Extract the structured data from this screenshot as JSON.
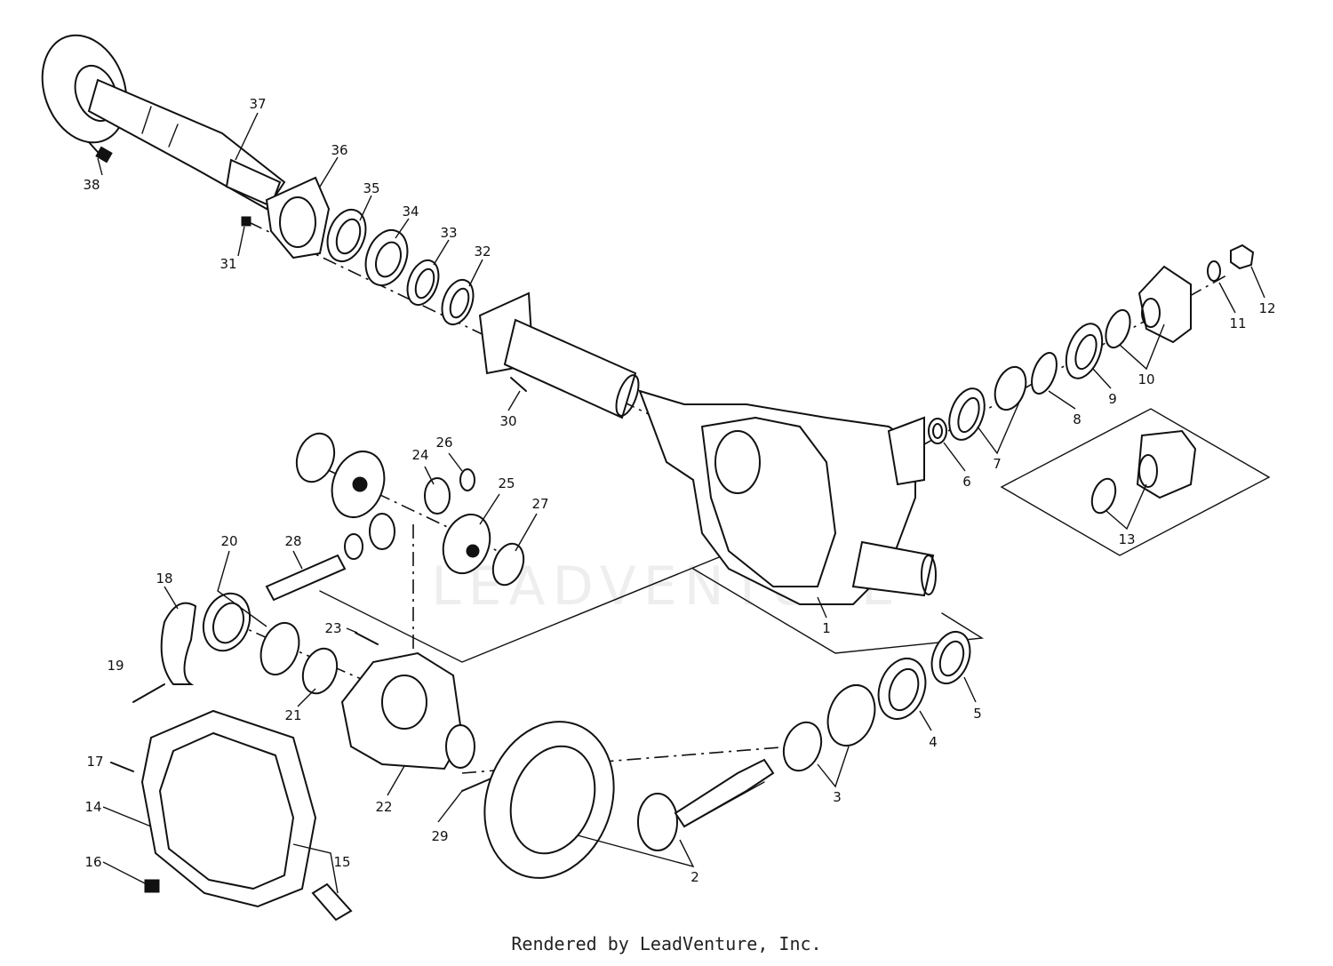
{
  "footer": "Rendered by LeadVenture, Inc.",
  "watermark": "LEADVENTURE",
  "callouts": [
    "1",
    "2",
    "3",
    "4",
    "5",
    "6",
    "7",
    "8",
    "9",
    "10",
    "11",
    "12",
    "13",
    "14",
    "15",
    "16",
    "17",
    "18",
    "19",
    "20",
    "21",
    "22",
    "23",
    "24",
    "25",
    "26",
    "27",
    "28",
    "29",
    "30",
    "31",
    "32",
    "33",
    "34",
    "35",
    "36",
    "37",
    "38"
  ]
}
